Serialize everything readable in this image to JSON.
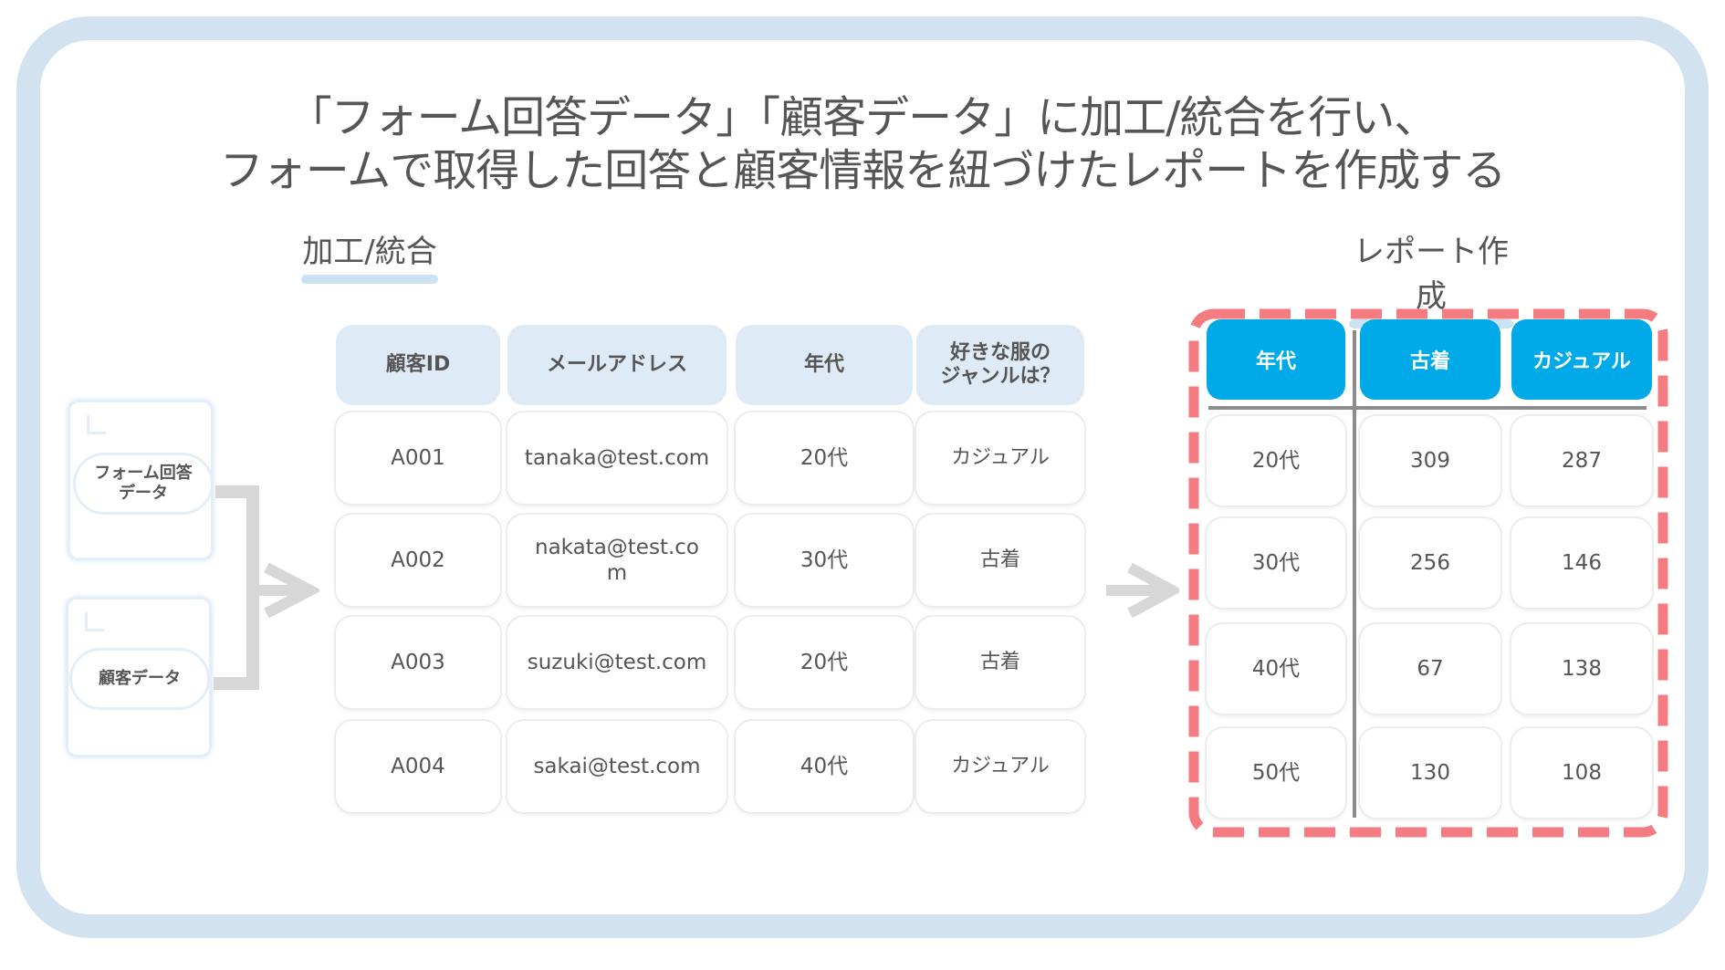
{
  "title": {
    "line1": "「フォーム回答データ」「顧客データ」に加工/統合を行い、",
    "line2": "フォームで取得した回答と顧客情報を紐づけたレポートを作成する"
  },
  "sections": {
    "merge_label": "加工/統合",
    "report_label": "レポート作成"
  },
  "sources": [
    {
      "label": "フォーム回答\nデータ"
    },
    {
      "label": "顧客データ"
    }
  ],
  "merged_table": {
    "headers": [
      "顧客ID",
      "メールアドレス",
      "年代",
      "好きな服の\nジャンルは？"
    ],
    "rows": [
      [
        "A001",
        "tanaka@test.com",
        "20代",
        "カジュアル"
      ],
      [
        "A002",
        "nakata@test.co\nm",
        "30代",
        "古着"
      ],
      [
        "A003",
        "suzuki@test.com",
        "20代",
        "古着"
      ],
      [
        "A004",
        "sakai@test.com",
        "40代",
        "カジュアル"
      ]
    ]
  },
  "report_table": {
    "headers": [
      "年代",
      "古着",
      "カジュアル"
    ],
    "rows": [
      [
        "20代",
        "309",
        "287"
      ],
      [
        "30代",
        "256",
        "146"
      ],
      [
        "40代",
        "67",
        "138"
      ],
      [
        "50代",
        "130",
        "108"
      ]
    ]
  },
  "colors": {
    "frame": "#d2e2f0",
    "header_light": "#deebf6",
    "header_accent": "#00aae8",
    "dashed_highlight": "#f47c80",
    "arrow": "#d7d7d7"
  }
}
